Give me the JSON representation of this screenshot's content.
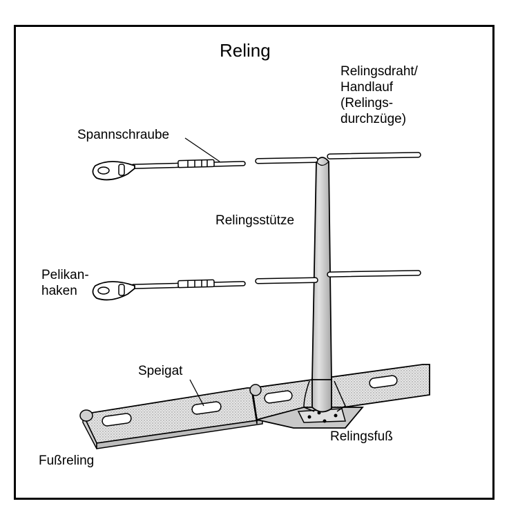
{
  "title": "Reling",
  "labels": {
    "relingsdraht": "Relingsdraht/\nHandlauf\n(Relings-\ndurchzüge)",
    "spannschraube": "Spannschraube",
    "relingsstuetze": "Relingsstütze",
    "pelikanhaken": "Pelikan-\nhaken",
    "speigat": "Speigat",
    "relingsfuss": "Relingsfuß",
    "fussreling": "Fußreling"
  },
  "colors": {
    "line": "#000000",
    "fill_light": "#d9d9d9",
    "fill_mid": "#bdbdbd",
    "background": "#ffffff"
  },
  "icons": [
    "pelican-hook-icon",
    "turnbuckle-icon"
  ]
}
